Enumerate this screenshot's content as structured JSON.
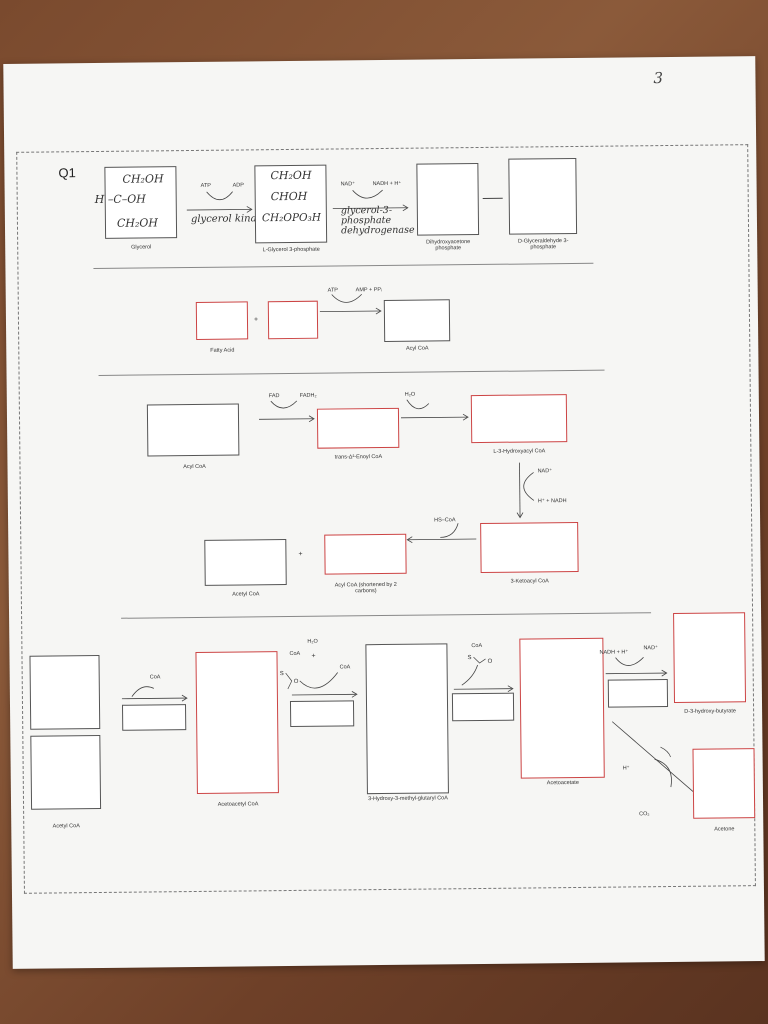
{
  "page_number": "3",
  "question_label": "Q1",
  "section1": {
    "glycerol_handwriting": {
      "l1": "CH₂OH",
      "l2": "H –C–OH",
      "l3": "CH₂OH"
    },
    "glycerol_label": "Glycerol",
    "atp": "ATP",
    "adp": "ADP",
    "enzyme1_handwritten": "glycerol kinase",
    "g3p_handwriting": {
      "l1": "CH₂OH",
      "l2": "CHOH",
      "l3": "CH₂OPO₃H"
    },
    "g3p_label": "L-Glycerol 3-phosphate",
    "nad": "NAD⁺",
    "nadh": "NADH + H⁺",
    "enzyme2_handwritten": "glycerol-3-phosphate dehydrogenase",
    "dhap_label": "Dihydroxyacetone phosphate",
    "gap_label": "D-Glyceraldehyde 3-phosphate"
  },
  "section2": {
    "atp": "ATP",
    "amp": "AMP + PPᵢ",
    "plus": "+",
    "fatty_acid_label": "Fatty Acid",
    "acyl_coa_label": "Acyl CoA"
  },
  "section3": {
    "fad": "FAD",
    "fadh2": "FADH₂",
    "h2o": "H₂O",
    "acyl_coa_label": "Acyl CoA",
    "enoyl_label": "trans-Δ²-Enoyl CoA",
    "hydroxyacyl_label": "L-3-Hydroxyacyl CoA",
    "nad": "NAD⁺",
    "nadh": "H⁺ + NADH",
    "hs_coa": "HS–CoA",
    "ketoacyl_label": "3-Ketoacyl CoA",
    "plus": "+",
    "acetyl_coa_label": "Acetyl CoA",
    "shortened_label": "Acyl CoA (shortened by 2 carbons)"
  },
  "section4": {
    "coa1": "CoA",
    "h2o": "H₂O",
    "coa_s": "CoA",
    "plus": "+",
    "coa2": "CoA",
    "coa3": "CoA",
    "acetyl_coa_label": "Acetyl CoA",
    "acetoacetyl_label": "Acetoacetyl CoA",
    "hmg_label": "3-Hydroxy-3-methyl-glutaryl CoA",
    "acetoacetate_label": "Acetoacetate",
    "nadh": "NADH + H⁺",
    "nad": "NAD⁺",
    "hydroxybutyrate_label": "D-3-hydroxy-butyrate",
    "h_plus": "H⁺",
    "co2": "CO₂",
    "acetone_label": "Acetone"
  }
}
